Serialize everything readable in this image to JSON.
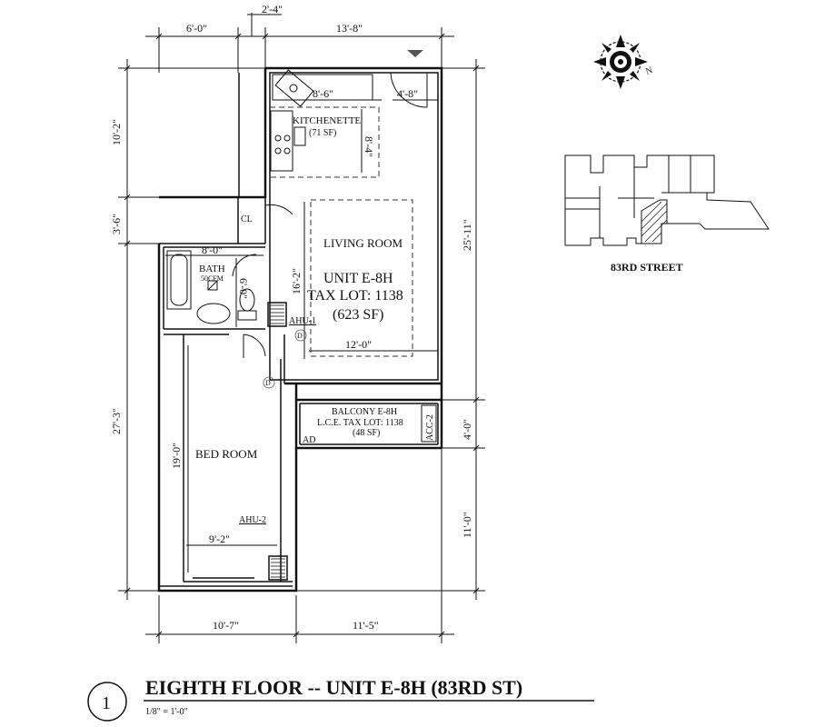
{
  "title": {
    "number": "1",
    "text": "EIGHTH FLOOR -- UNIT E-8H (83RD ST)",
    "scale": "1/8\" = 1'-0\""
  },
  "dimensions": {
    "top_left": "6'-0\"",
    "top_notch": "2'-4\"",
    "top_right": "13'-8\"",
    "left_upper": "10'-2\"",
    "left_mid": "3'-6\"",
    "left_lower": "27'-3\"",
    "right_main": "25'-11\"",
    "right_balcony": "4'-0\"",
    "right_lower": "11'-0\"",
    "bottom_left": "10'-7\"",
    "bottom_right": "11'-5\"",
    "kitchen_width": "8'-6\"",
    "kitchen_depth": "8'-4\"",
    "door_swing": "4'-8\"",
    "bath_width": "8'-0\"",
    "bath_depth": "6'-0\"",
    "living_depth": "16'-2\"",
    "living_width": "12'-0\"",
    "bed_depth": "19'-0\"",
    "bed_width": "9'-2\""
  },
  "rooms": {
    "kitchenette": {
      "name": "KITCHENETTE",
      "area": "(71 SF)"
    },
    "closet": "CL",
    "bath": {
      "name": "BATH",
      "fan": "50CFM"
    },
    "living": {
      "name": "LIVING ROOM",
      "unit": "UNIT E-8H",
      "tax_lot": "TAX LOT: 1138",
      "area": "(623 SF)"
    },
    "bedroom": "BED ROOM",
    "balcony": {
      "name": "BALCONY E-8H",
      "lce": "L.C.E. TAX LOT: 1138",
      "area": "(48 SF)"
    }
  },
  "equipment": {
    "ahu1": "AHU-1",
    "ahu2": "AHU-2",
    "acc2": "ACC-2",
    "ad": "AD",
    "d1": "D",
    "d2": "D"
  },
  "key_plan": {
    "street": "83RD STREET"
  },
  "compass": {
    "north": "N"
  }
}
